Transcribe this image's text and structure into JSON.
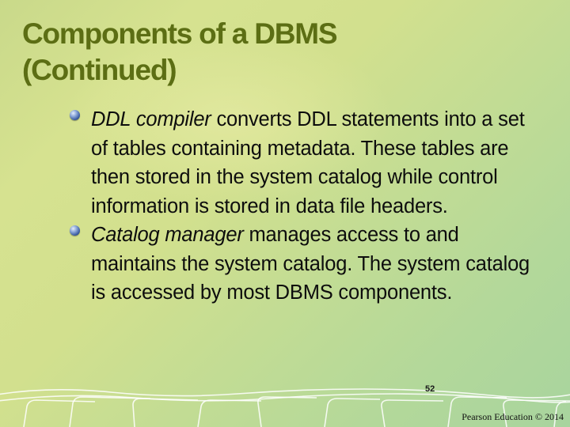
{
  "slide": {
    "title_line1": "Components of a DBMS",
    "title_line2": "(Continued)",
    "bullets": [
      {
        "term": "DDL compiler",
        "text": " converts DDL statements into a set of tables containing metadata. These tables are then stored in the system catalog while control information is stored in data file headers."
      },
      {
        "term": "Catalog manager",
        "text": " manages access to and maintains the system catalog. The system catalog is accessed by most DBMS components."
      }
    ],
    "page_number": "52",
    "copyright": "Pearson Education © 2014"
  },
  "colors": {
    "title": "#5c6e14",
    "background_start": "#c9d98a",
    "background_end": "#a8d49e",
    "bullet": "#2e4f96"
  }
}
